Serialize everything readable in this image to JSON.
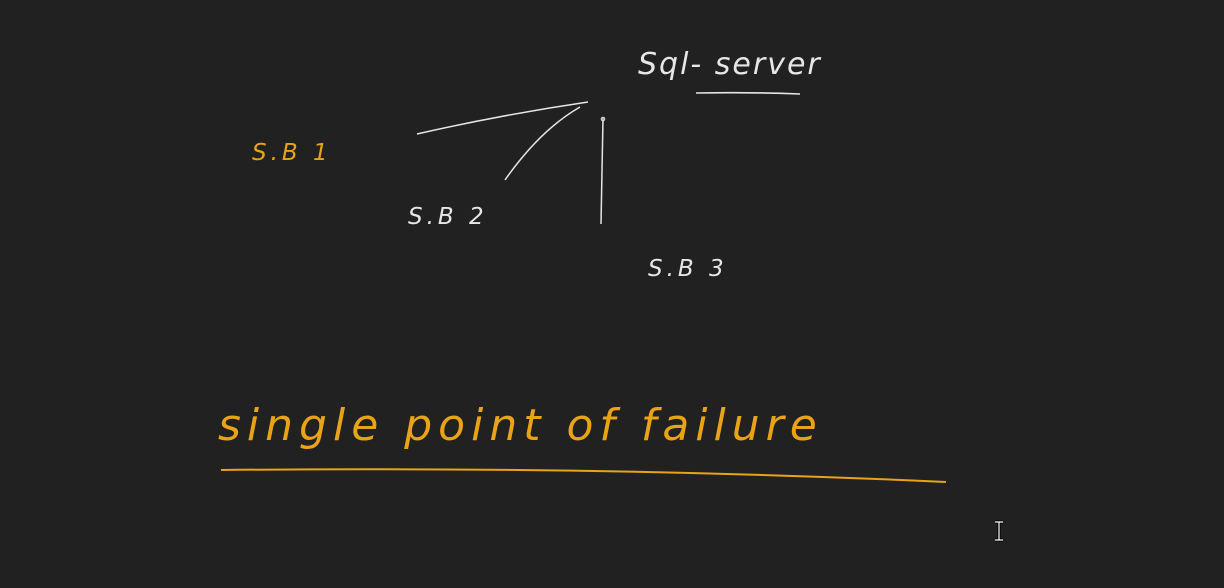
{
  "board": {
    "background": "#212121",
    "ink_white": "#e6e6e6",
    "ink_orange": "#e8a317"
  },
  "nodes": {
    "server": "Sql- server",
    "sb1": "S.B 1",
    "sb2": "S.B 2",
    "sb3": "S.B 3"
  },
  "caption": "single point of failure",
  "cursor_icon": "text-cursor-icon"
}
